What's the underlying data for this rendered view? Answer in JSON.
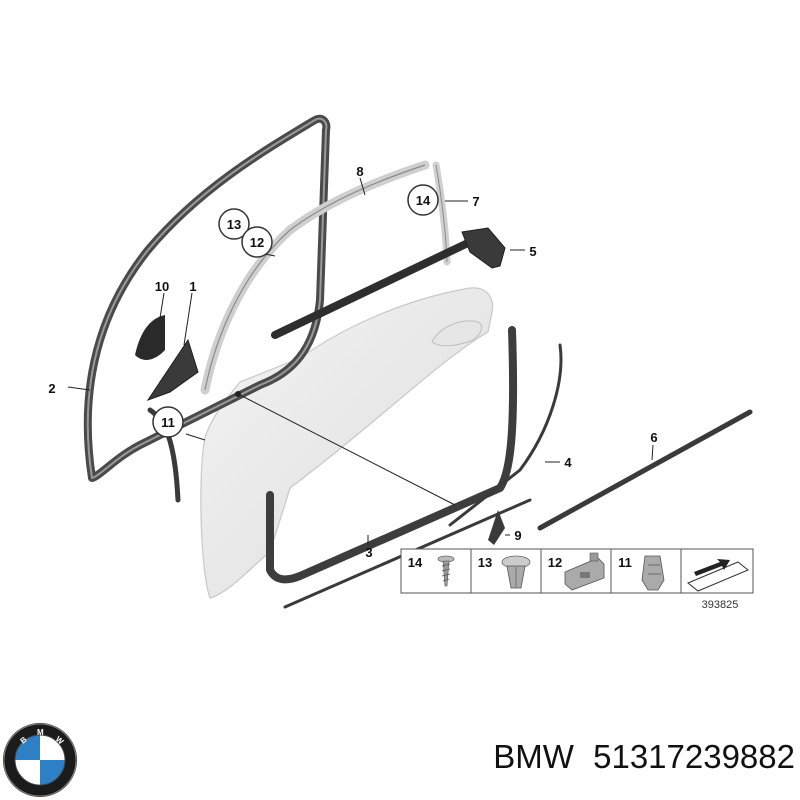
{
  "callouts": {
    "c1": "1",
    "c2": "2",
    "c3": "3",
    "c4": "4",
    "c5": "5",
    "c6": "6",
    "c7": "7",
    "c8": "8",
    "c9": "9",
    "c10": "10",
    "c11": "11",
    "c12": "12",
    "c13": "13",
    "c14": "14"
  },
  "legend": {
    "items": [
      {
        "num": "14",
        "icon": "screw-icon"
      },
      {
        "num": "13",
        "icon": "expanding-nut-icon"
      },
      {
        "num": "12",
        "icon": "rail-clip-icon"
      },
      {
        "num": "11",
        "icon": "spring-clip-icon"
      },
      {
        "num": "",
        "icon": "arrow-reference-icon"
      }
    ]
  },
  "reference_number": "393825",
  "caption": {
    "brand": "BMW",
    "part_number": "51317239882"
  },
  "logo": {
    "text": "BMW",
    "colors": {
      "blue": "#2d7fc6",
      "white": "#ffffff",
      "ring": "#1b1b1b"
    }
  }
}
